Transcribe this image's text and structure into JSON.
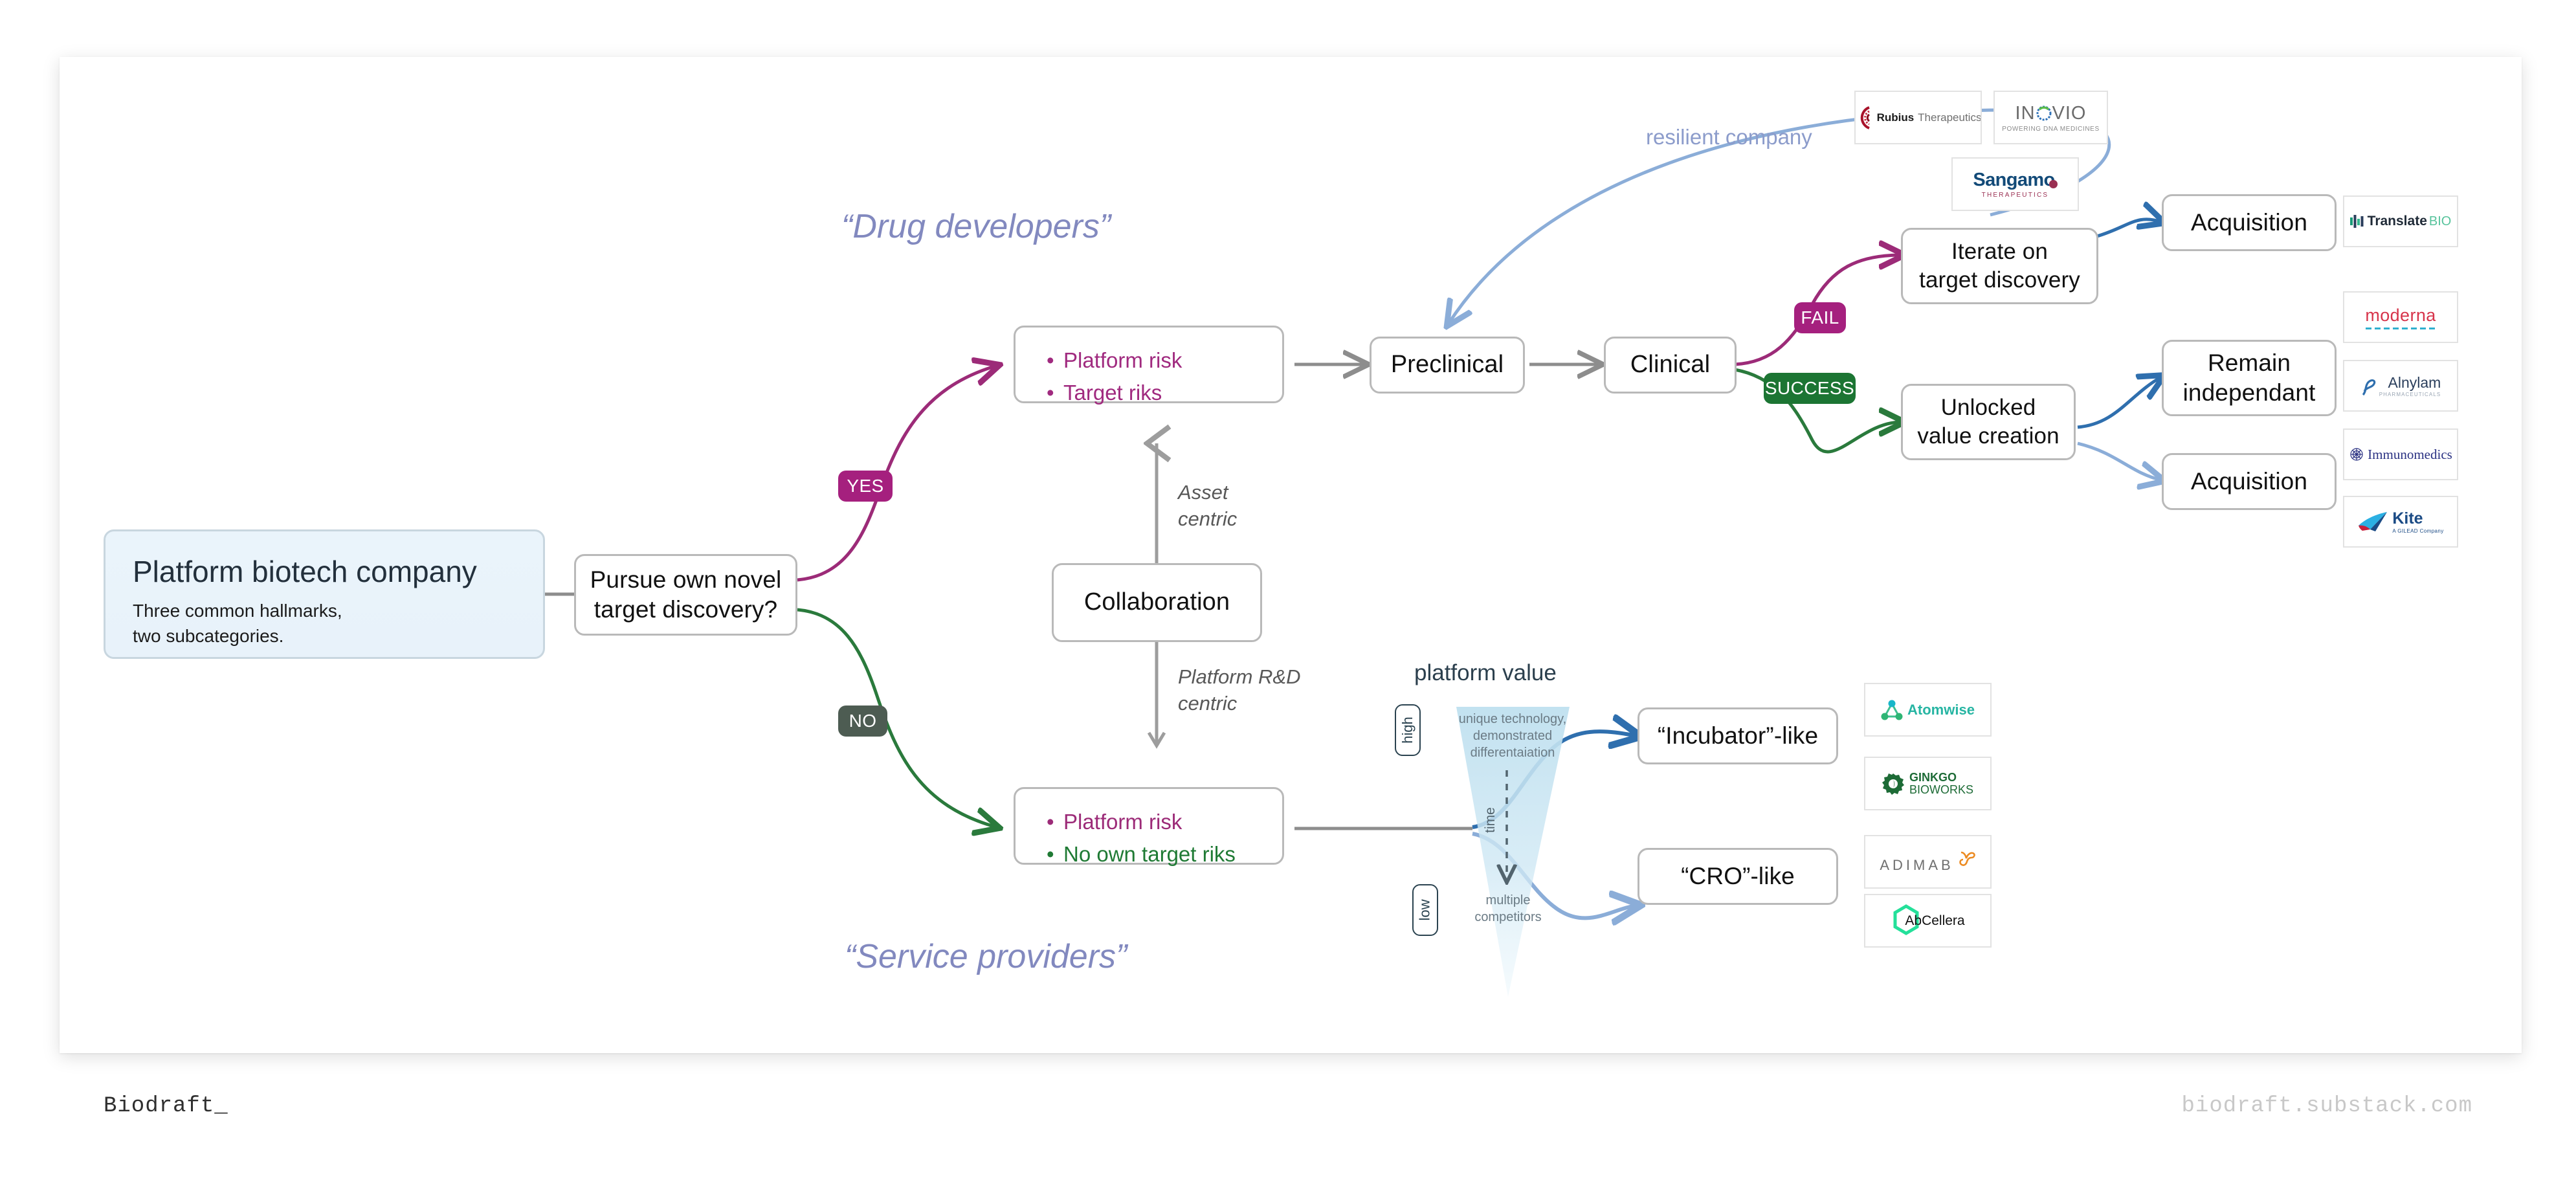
{
  "canvas": {
    "background": "#ffffff"
  },
  "root": {
    "title": "Platform biotech company",
    "subtitle": "Three common hallmarks,\ntwo subcategories."
  },
  "decision": {
    "label": "Pursue own novel\ntarget discovery?"
  },
  "branch_labels": {
    "yes": "YES",
    "no": "NO"
  },
  "sections": {
    "drug_developers": "“Drug developers”",
    "service_providers": "“Service providers”"
  },
  "risk_boxes": {
    "upper": {
      "line1": "Platform risk",
      "line2": "Target riks"
    },
    "lower": {
      "line1": "Platform risk",
      "line2": "No own target riks"
    }
  },
  "pipeline": {
    "preclinical": "Preclinical",
    "clinical": "Clinical",
    "fail": "FAIL",
    "success": "SUCCESS",
    "iterate": "Iterate on\ntarget discovery",
    "unlocked": "Unlocked\nvalue creation"
  },
  "resilient_label": "resilient company",
  "outcomes": {
    "acquisition_top": "Acquisition",
    "remain_independant": "Remain\nindependant",
    "acquisition_bottom": "Acquisition"
  },
  "collaboration": {
    "box": "Collaboration",
    "above": "Asset\ncentric",
    "below": "Platform R&D\ncentric"
  },
  "funnel": {
    "title": "platform value",
    "high": "high",
    "low": "low",
    "time": "time",
    "top_text": "unique technology,\ndemonstrated\ndifferentaiation",
    "bottom_text": "multiple\ncompetitors"
  },
  "service_outcomes": {
    "incubator": "“Incubator”-like",
    "cro": "“CRO”-like"
  },
  "logos": {
    "resilient_row": [
      {
        "name": "Rubius Therapeutics",
        "text_bold": "Rubius",
        "text_light": "Therapeutics"
      },
      {
        "name": "INOVIO",
        "text_bold": "INOVIO",
        "tagline": "POWERING DNA MEDICINES"
      },
      {
        "name": "Sangamo Therapeutics",
        "text_bold": "Sangamo",
        "tagline": "THERAPEUTICS"
      }
    ],
    "right_column": [
      {
        "name": "Translate Bio",
        "text_bold": "Translate",
        "text_light": "BIO"
      },
      {
        "name": "Moderna",
        "text_bold": "moderna"
      },
      {
        "name": "Alnylam Pharmaceuticals",
        "text_bold": "Alnylam",
        "tagline": "PHARMACEUTICALS"
      },
      {
        "name": "Immunomedics",
        "text_bold": "Immunomedics"
      },
      {
        "name": "Kite, A Gilead Company",
        "text_bold": "Kite",
        "tagline": "A GILEAD Company"
      }
    ],
    "service_column": [
      {
        "name": "Atomwise",
        "text_bold": "Atomwise"
      },
      {
        "name": "Ginkgo Bioworks",
        "text_bold": "GINKGO",
        "text_light": "BIOWORKS"
      },
      {
        "name": "Adimab",
        "text_bold": "ADIMAB"
      },
      {
        "name": "AbCellera",
        "text_bold": "AbCellera"
      }
    ]
  },
  "footer": {
    "left": "Biodraft_",
    "right": "biodraft.substack.com"
  },
  "colors": {
    "pink": "#a5207e",
    "green": "#1c7533",
    "dark_green": "#4d5c52",
    "blue_light": "#8badd8",
    "blue_dark": "#2f6fae",
    "periwinkle": "#8289bf",
    "card_blue": "#eaf4fb",
    "border_gray": "#b9b9b9"
  }
}
